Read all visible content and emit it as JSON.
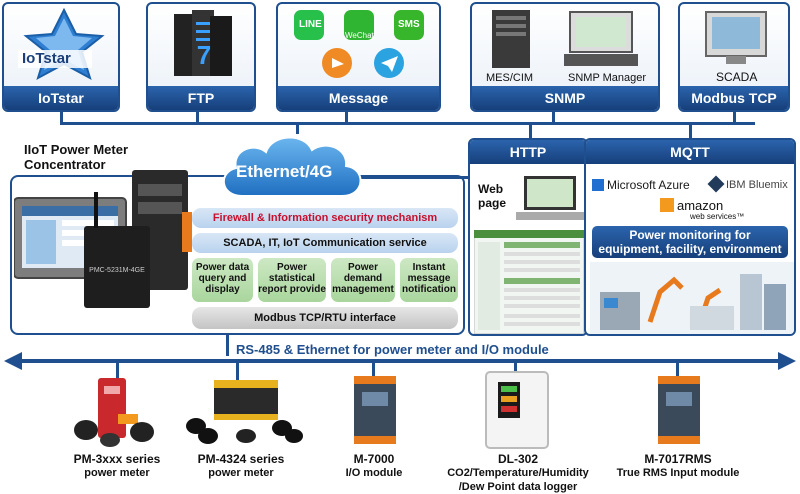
{
  "services": [
    {
      "id": "iotstar",
      "label": "IoTstar",
      "logo_text": "IoTstar"
    },
    {
      "id": "ftp",
      "label": "FTP"
    },
    {
      "id": "message",
      "label": "Message",
      "apps": [
        "LINE",
        "WeChat",
        "SMS"
      ]
    },
    {
      "id": "snmp",
      "label": "SNMP",
      "captions": [
        "MES/CIM",
        "SNMP Manager"
      ]
    },
    {
      "id": "modbus-tcp",
      "label": "Modbus TCP",
      "captions": [
        "SCADA"
      ]
    }
  ],
  "concentrator": {
    "title_line1": "IIoT Power Meter",
    "title_line2": "Concentrator",
    "cloud": "Ethernet/4G",
    "firewall": "Firewall & Information security mechanism",
    "comm": "SCADA, IT, IoT Communication service",
    "features": [
      "Power data query and display",
      "Power statistical report provide",
      "Power demand management",
      "Instant message notification"
    ],
    "modbus": "Modbus TCP/RTU interface"
  },
  "http": {
    "header": "HTTP",
    "web_page": "Web page"
  },
  "mqtt": {
    "header": "MQTT",
    "vendors": [
      "Microsoft Azure",
      "IBM Bluemix",
      "amazon",
      "web services™"
    ],
    "banner_line1": "Power monitoring for",
    "banner_line2": "equipment, facility, environment"
  },
  "bus": {
    "label": "RS-485 & Ethernet for power meter and I/O module"
  },
  "devices": [
    {
      "name": "PM-3xxx series",
      "sub": "power meter"
    },
    {
      "name": "PM-4324 series",
      "sub": "power meter"
    },
    {
      "name": "M-7000",
      "sub": "I/O module"
    },
    {
      "name": "DL-302",
      "sub": "CO2/Temperature/Humidity",
      "sub2": "/Dew Point data logger"
    },
    {
      "name": "M-7017RMS",
      "sub": "True RMS Input module"
    }
  ],
  "colors": {
    "navy": "#1f4f8f",
    "red": "#c8102e",
    "green": "#a9d69d",
    "blue_bar": "#b9d2ee"
  }
}
